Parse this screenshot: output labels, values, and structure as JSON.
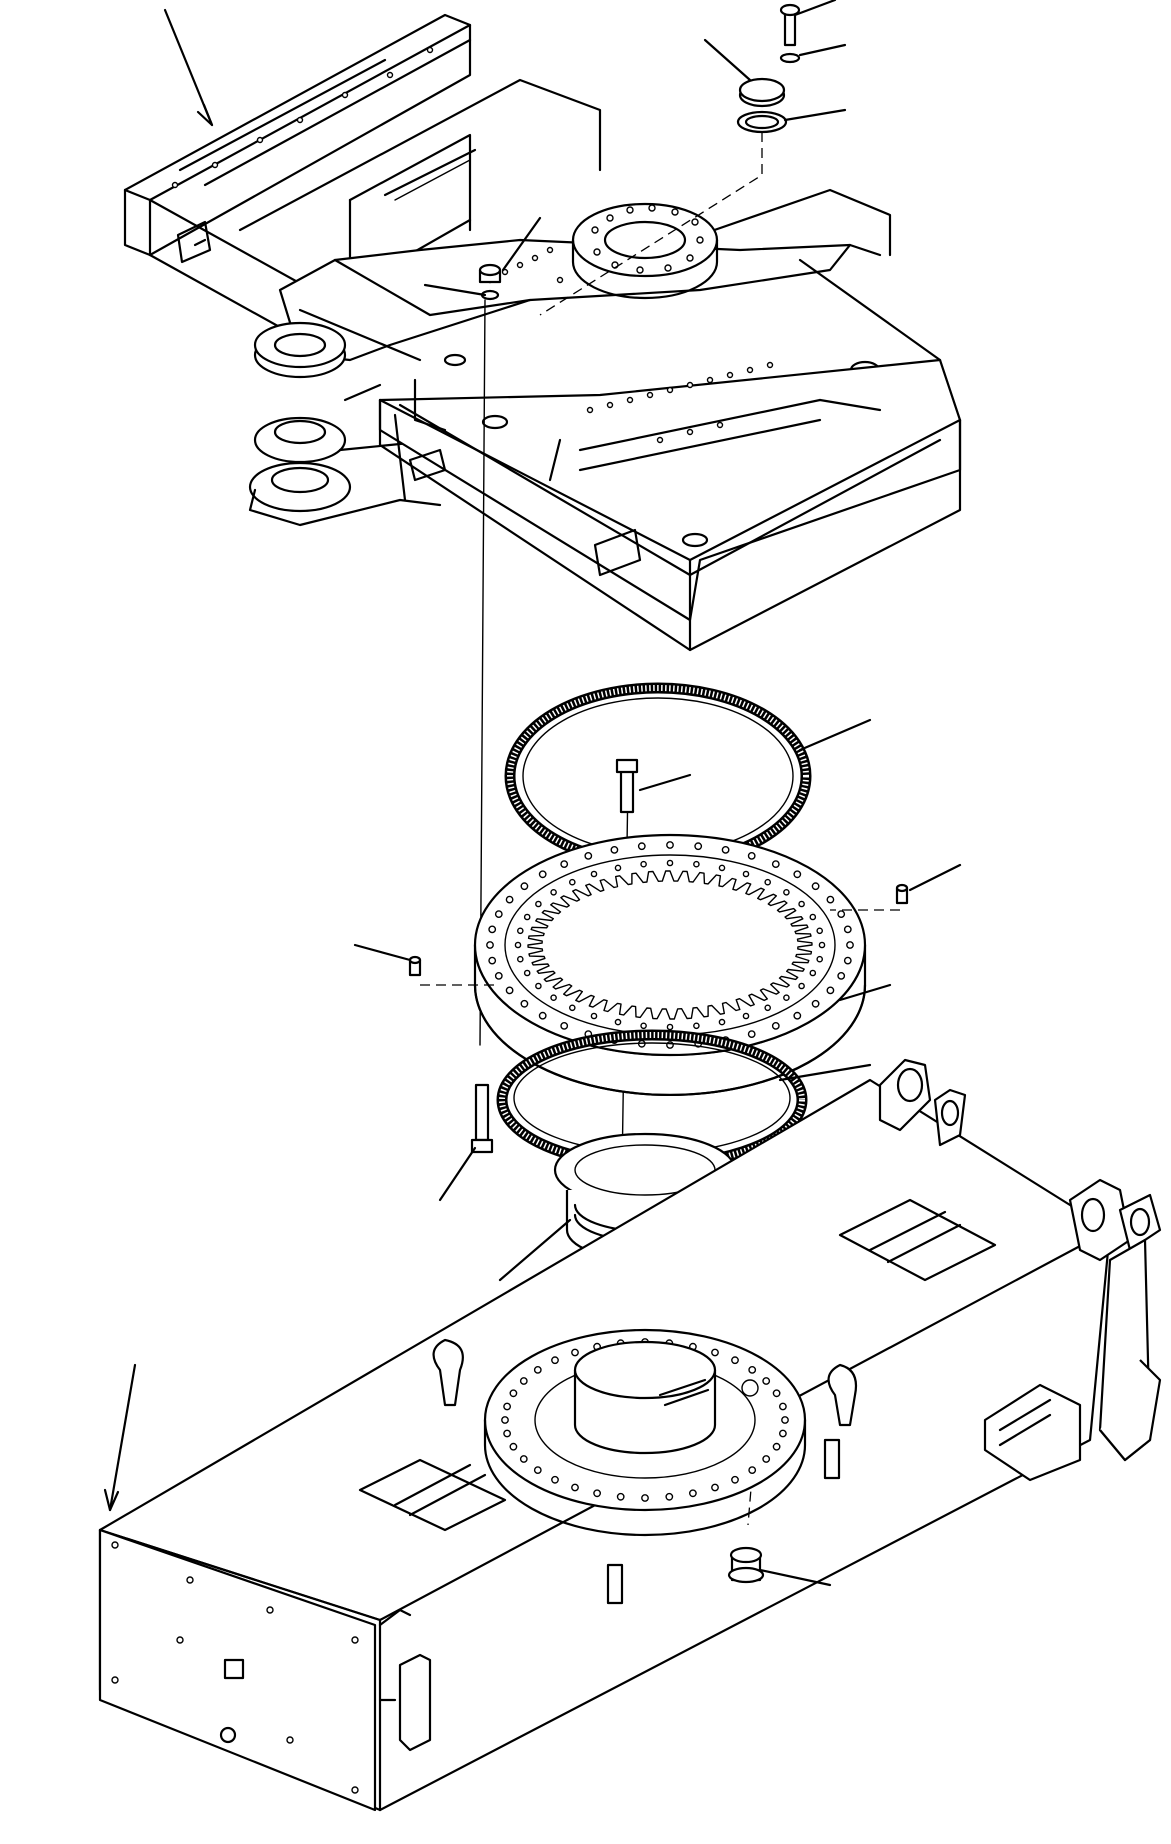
{
  "figure": {
    "kind": "exploded-parts-diagram",
    "text_labels": [],
    "assemblies": [
      {
        "name": "revolving-frame",
        "icon": "revolving-frame-drawing"
      },
      {
        "name": "swing-circle",
        "icon": "swing-gear-ring-drawing"
      },
      {
        "name": "upper-seal-ring",
        "icon": "seal-ring-drawing"
      },
      {
        "name": "lower-seal-ring",
        "icon": "seal-ring-drawing"
      },
      {
        "name": "center-swivel-collar",
        "icon": "collar-drawing"
      },
      {
        "name": "track-frame",
        "icon": "track-frame-drawing"
      }
    ],
    "leader_count": 15,
    "line_color": "#000000",
    "background_color": "#ffffff"
  }
}
